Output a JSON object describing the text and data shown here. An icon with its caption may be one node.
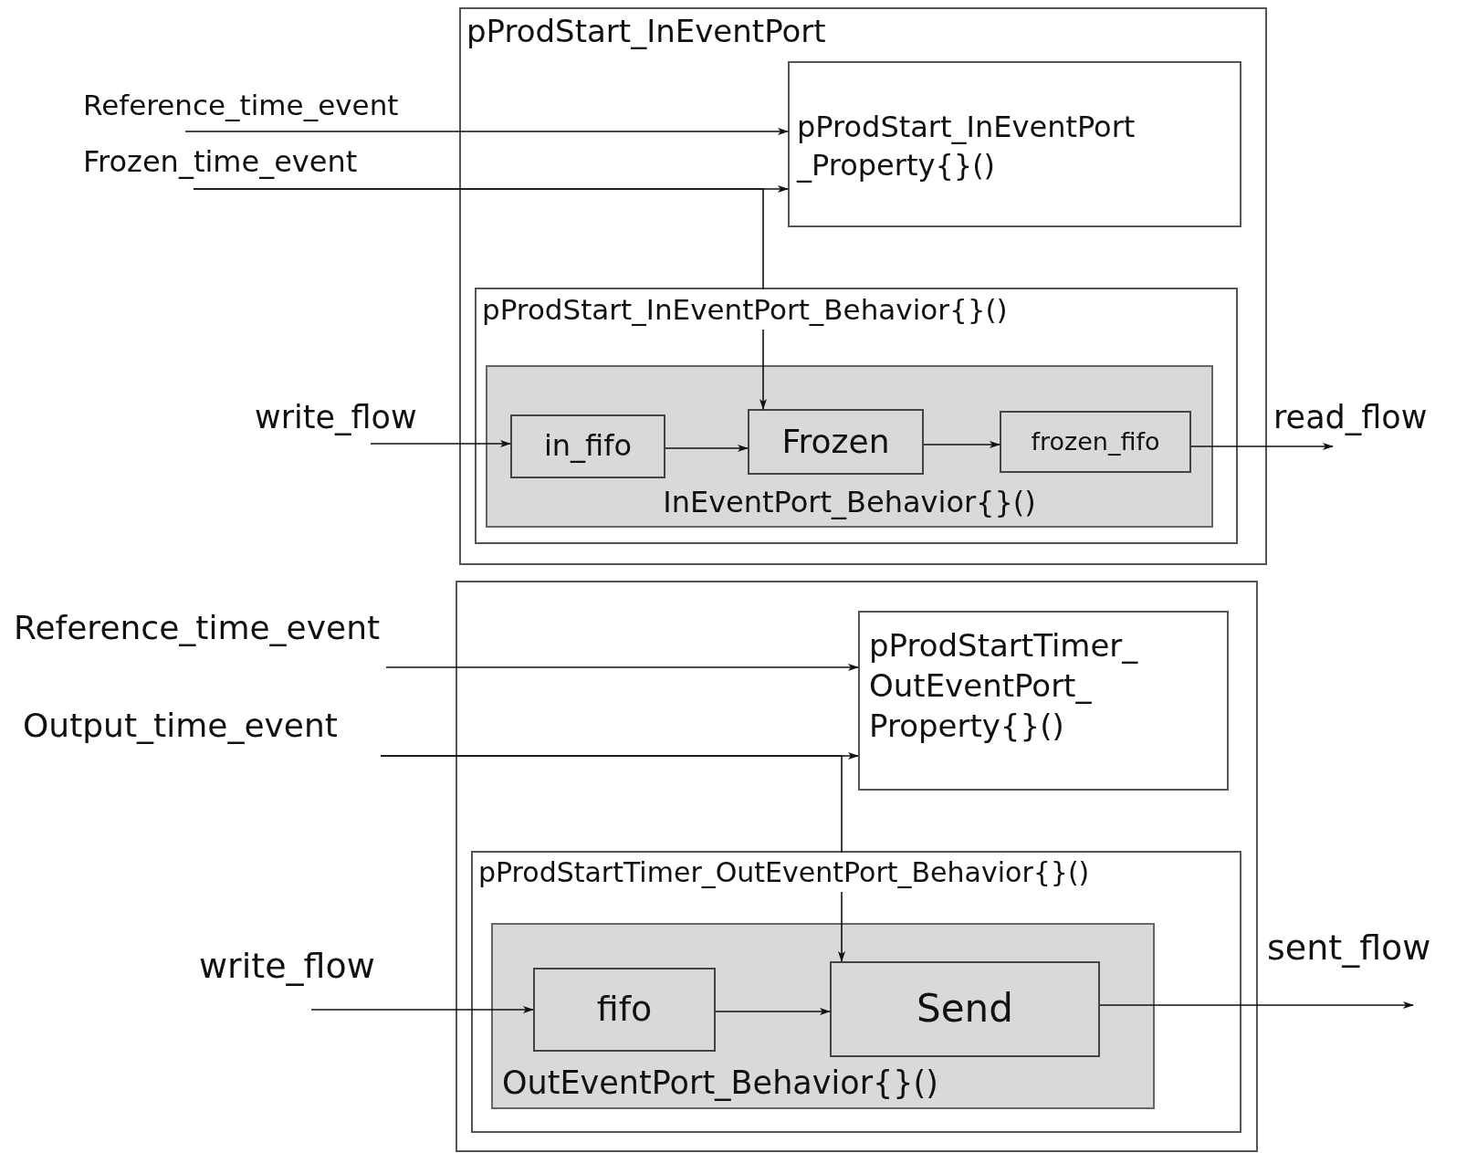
{
  "diagram": {
    "nodes": [
      {
        "text": [
          "pProdStart_InEventPort"
        ]
      },
      {
        "text": [
          "pProdStart_InEventPort _Property{}()"
        ],
        "in": 0
      },
      {
        "text": [
          "pProdStart_InEventPort_Behavior{}()"
        ],
        "in": 0
      },
      {
        "text": [
          "InEventPort_Behavior{}()"
        ],
        "in": 2
      },
      {
        "text": [
          "in_fifo"
        ],
        "in": 3
      },
      {
        "text": [
          "Frozen"
        ],
        "in": 3
      },
      {
        "text": [
          "frozen_fifo"
        ],
        "in": 3
      },
      {
        "text": [
          "Reference_time_event"
        ]
      },
      {
        "text": [
          "Frozen_time_event"
        ]
      },
      {
        "text": [
          "write_flow"
        ]
      },
      {
        "text": [
          "read_flow"
        ]
      },
      {
        "text": [],
        "shape": "box"
      },
      {
        "text": [
          "pProdStartTimer_ OutEventPort_ Property{}()"
        ],
        "in": 11
      },
      {
        "text": [
          "pProdStartTimer_OutEventPort_Behavior{}()"
        ],
        "in": 11
      },
      {
        "text": [
          "OutEventPort_Behavior{}()"
        ],
        "in": 13
      },
      {
        "text": [
          "fifo"
        ],
        "in": 14
      },
      {
        "text": [
          "Send"
        ],
        "in": 14
      },
      {
        "text": [
          "Reference_time_event"
        ]
      },
      {
        "text": [
          "Output_time_event"
        ]
      },
      {
        "text": [
          "write_flow"
        ]
      },
      {
        "text": [
          "sent_flow"
        ]
      }
    ],
    "edges": [
      {
        "from": 7,
        "to": 1,
        "arrow": "to"
      },
      {
        "from": 8,
        "to": 1,
        "arrow": "to"
      },
      {
        "from": 8,
        "to": 5,
        "arrow": "to"
      },
      {
        "from": 9,
        "to": 4,
        "arrow": "to"
      },
      {
        "from": 4,
        "to": 5,
        "arrow": "to"
      },
      {
        "from": 5,
        "to": 6,
        "arrow": "to"
      },
      {
        "from": 6,
        "to": 10,
        "arrow": "to"
      },
      {
        "from": 17,
        "to": 12,
        "arrow": "to"
      },
      {
        "from": 18,
        "to": 12,
        "arrow": "to"
      },
      {
        "from": 18,
        "to": 16,
        "arrow": "to"
      },
      {
        "from": 19,
        "to": 15,
        "arrow": "to"
      },
      {
        "from": 15,
        "to": 16,
        "arrow": "to"
      },
      {
        "from": 16,
        "to": 20,
        "arrow": "to"
      }
    ]
  }
}
